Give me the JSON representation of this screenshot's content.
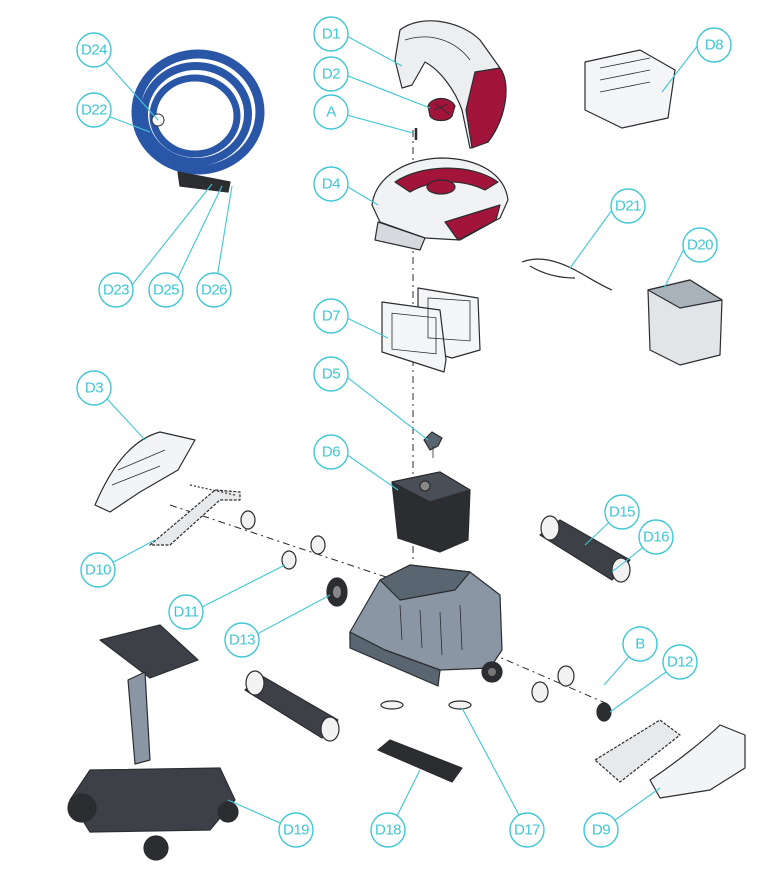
{
  "callouts": {
    "d1": "D1",
    "d2": "D2",
    "a": "A",
    "d4": "D4",
    "d7": "D7",
    "d5": "D5",
    "d6": "D6",
    "d8": "D8",
    "d21": "D21",
    "d20": "D20",
    "d24": "D24",
    "d22": "D22",
    "d23": "D23",
    "d25": "D25",
    "d26": "D26",
    "d3": "D3",
    "d10": "D10",
    "d11": "D11",
    "d13": "D13",
    "d15": "D15",
    "d16": "D16",
    "b": "B",
    "d12": "D12",
    "d19": "D19",
    "d18": "D18",
    "d17": "D17",
    "d9": "D9"
  },
  "colors": {
    "callout": "#3fc6d6",
    "accent_red": "#a3143a",
    "cable_blue": "#2a56a8",
    "body_grey": "#596571",
    "part_dark": "#2b2d31"
  }
}
